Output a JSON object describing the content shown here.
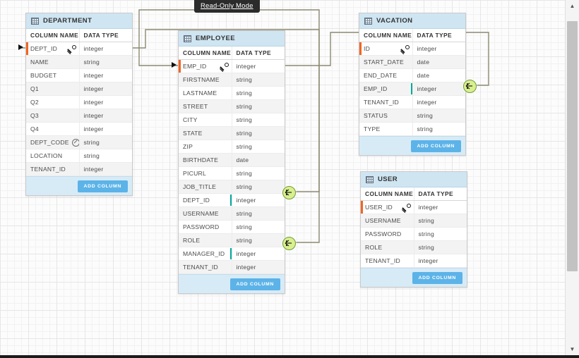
{
  "badge": {
    "label": "Read-Only Mode"
  },
  "labels": {
    "column_name": "COLUMN NAME",
    "data_type": "DATA TYPE",
    "add_column": "ADD COLUMN"
  },
  "colors": {
    "header_bg": "#cfe5f2",
    "footer_bg": "#d7ebf7",
    "button": "#5cb3e8",
    "pk_marker": "#f26522",
    "fk_marker": "#00a99d",
    "endpoint_fill": "#d9ef8e",
    "connector": "#8c8a72"
  },
  "entities": [
    {
      "id": "department",
      "name": "DEPARTMENT",
      "icon": "table-icon",
      "columns": [
        {
          "name": "DEPT_ID",
          "type": "integer",
          "icon": "key-icon",
          "pk": true
        },
        {
          "name": "NAME",
          "type": "string",
          "icon": ""
        },
        {
          "name": "BUDGET",
          "type": "integer",
          "icon": ""
        },
        {
          "name": "Q1",
          "type": "integer",
          "icon": ""
        },
        {
          "name": "Q2",
          "type": "integer",
          "icon": ""
        },
        {
          "name": "Q3",
          "type": "integer",
          "icon": ""
        },
        {
          "name": "Q4",
          "type": "integer",
          "icon": ""
        },
        {
          "name": "DEPT_CODE",
          "type": "string",
          "icon": "unique-icon"
        },
        {
          "name": "LOCATION",
          "type": "string",
          "icon": ""
        },
        {
          "name": "TENANT_ID",
          "type": "integer",
          "icon": ""
        }
      ]
    },
    {
      "id": "employee",
      "name": "EMPLOYEE",
      "icon": "table-icon",
      "columns": [
        {
          "name": "EMP_ID",
          "type": "integer",
          "icon": "key-icon",
          "pk": true
        },
        {
          "name": "FIRSTNAME",
          "type": "string",
          "icon": ""
        },
        {
          "name": "LASTNAME",
          "type": "string",
          "icon": ""
        },
        {
          "name": "STREET",
          "type": "string",
          "icon": ""
        },
        {
          "name": "CITY",
          "type": "string",
          "icon": ""
        },
        {
          "name": "STATE",
          "type": "string",
          "icon": ""
        },
        {
          "name": "ZIP",
          "type": "string",
          "icon": ""
        },
        {
          "name": "BIRTHDATE",
          "type": "date",
          "icon": ""
        },
        {
          "name": "PICURL",
          "type": "string",
          "icon": ""
        },
        {
          "name": "JOB_TITLE",
          "type": "string",
          "icon": ""
        },
        {
          "name": "DEPT_ID",
          "type": "integer",
          "icon": "",
          "fk": true
        },
        {
          "name": "USERNAME",
          "type": "string",
          "icon": ""
        },
        {
          "name": "PASSWORD",
          "type": "string",
          "icon": ""
        },
        {
          "name": "ROLE",
          "type": "string",
          "icon": ""
        },
        {
          "name": "MANAGER_ID",
          "type": "integer",
          "icon": "",
          "fk": true
        },
        {
          "name": "TENANT_ID",
          "type": "integer",
          "icon": ""
        }
      ]
    },
    {
      "id": "vacation",
      "name": "VACATION",
      "icon": "table-icon",
      "columns": [
        {
          "name": "ID",
          "type": "integer",
          "icon": "key-icon",
          "pk": true
        },
        {
          "name": "START_DATE",
          "type": "date",
          "icon": ""
        },
        {
          "name": "END_DATE",
          "type": "date",
          "icon": ""
        },
        {
          "name": "EMP_ID",
          "type": "integer",
          "icon": "",
          "fk": true
        },
        {
          "name": "TENANT_ID",
          "type": "integer",
          "icon": ""
        },
        {
          "name": "STATUS",
          "type": "string",
          "icon": ""
        },
        {
          "name": "TYPE",
          "type": "string",
          "icon": ""
        }
      ]
    },
    {
      "id": "user",
      "name": "USER",
      "icon": "table-icon",
      "columns": [
        {
          "name": "USER_ID",
          "type": "integer",
          "icon": "key-icon",
          "pk": true
        },
        {
          "name": "USERNAME",
          "type": "string",
          "icon": ""
        },
        {
          "name": "PASSWORD",
          "type": "string",
          "icon": ""
        },
        {
          "name": "ROLE",
          "type": "string",
          "icon": ""
        },
        {
          "name": "TENANT_ID",
          "type": "integer",
          "icon": ""
        }
      ]
    }
  ],
  "relationships": [
    {
      "from": "employee.DEPT_ID",
      "to": "department.DEPT_ID"
    },
    {
      "from": "employee.MANAGER_ID",
      "to": "employee.EMP_ID"
    },
    {
      "from": "vacation.EMP_ID",
      "to": "employee.EMP_ID"
    }
  ],
  "scrollbar": {
    "up_icon": "scroll-up-icon",
    "down_icon": "scroll-down-icon"
  }
}
